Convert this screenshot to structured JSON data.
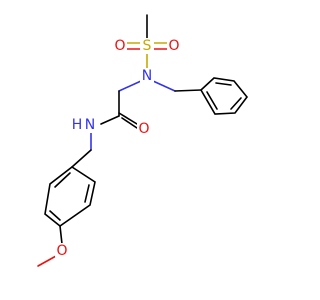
{
  "molecule": {
    "atoms": {
      "o_ms_left": "O",
      "s_ms": "S",
      "o_ms_right": "O",
      "n_sulfonamide": "N",
      "o_amide": "O",
      "n_amide": "N",
      "h_amide": "H",
      "o_methoxy": "O"
    },
    "colors": {
      "carbon_bond": "#000000",
      "nitrogen": "#3333ee",
      "oxygen": "#ee1111",
      "sulfur": "#c8a800"
    }
  }
}
